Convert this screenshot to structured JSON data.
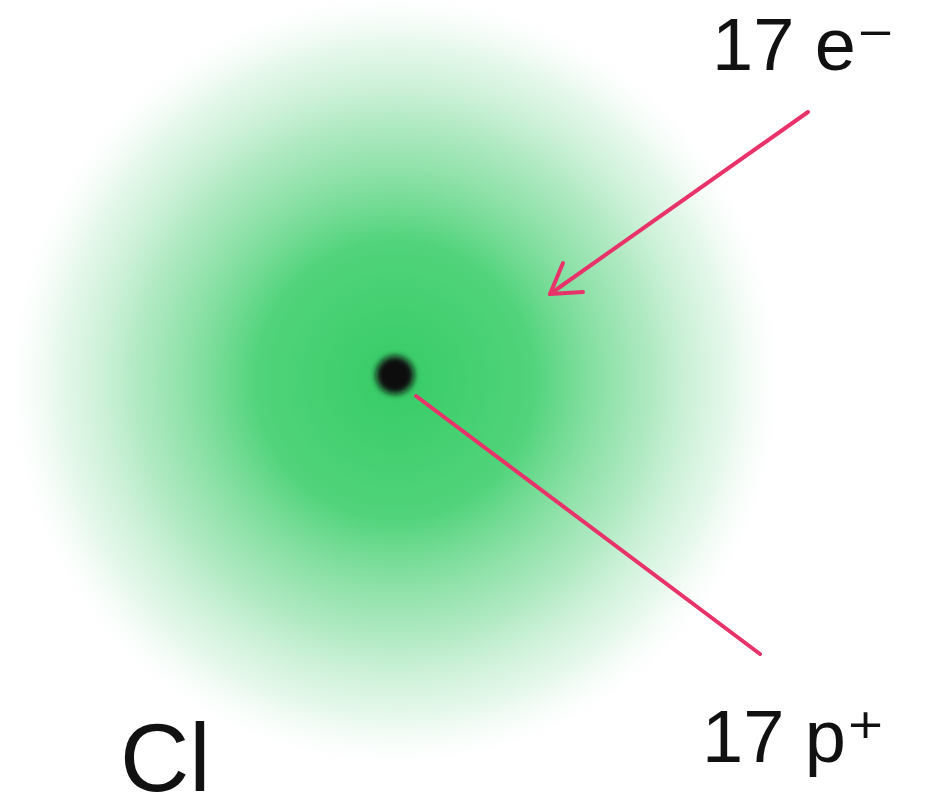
{
  "diagram": {
    "labels": [
      "17 e⁻",
      "17 p⁺",
      "Cl"
    ]
  }
}
